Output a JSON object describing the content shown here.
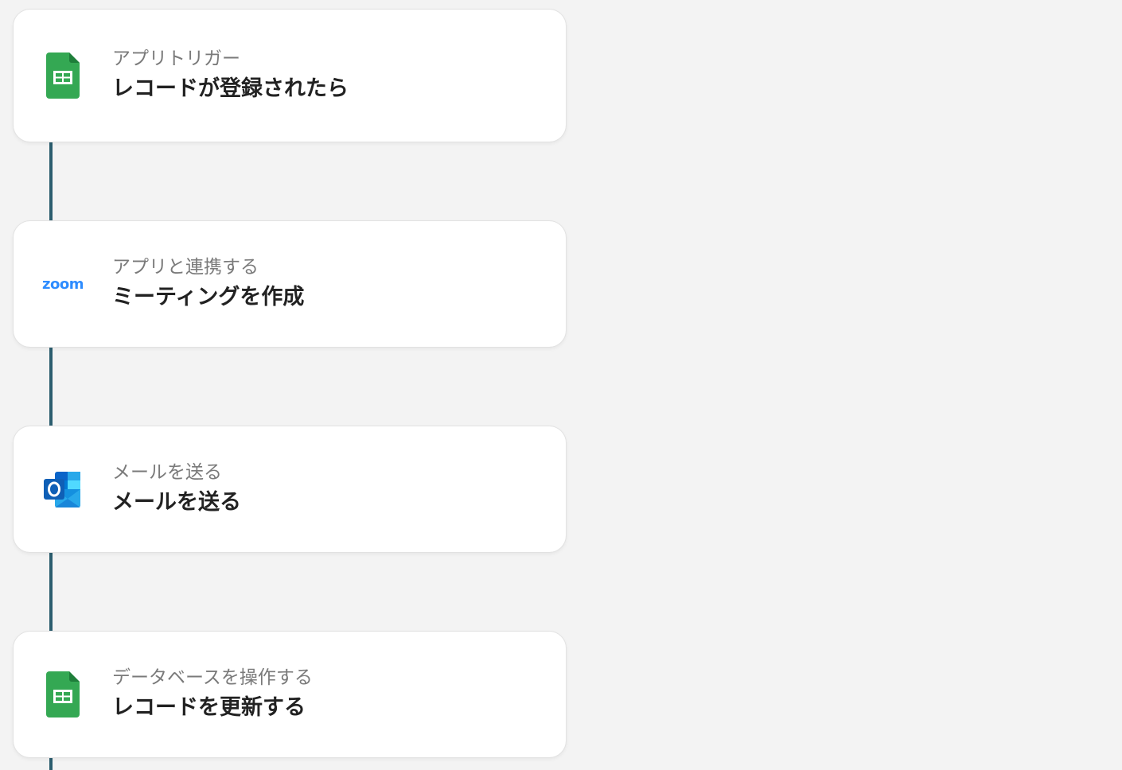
{
  "steps": [
    {
      "category": "アプリトリガー",
      "title": "レコードが登録されたら",
      "icon": "google-sheets-icon"
    },
    {
      "category": "アプリと連携する",
      "title": "ミーティングを作成",
      "icon": "zoom-icon",
      "logo_text": "zoom"
    },
    {
      "category": "メールを送る",
      "title": "メールを送る",
      "icon": "outlook-icon"
    },
    {
      "category": "データベースを操作する",
      "title": "レコードを更新する",
      "icon": "google-sheets-icon"
    }
  ],
  "colors": {
    "background": "#f3f3f3",
    "connector": "#2b5d6e",
    "sheets_green": "#34a853",
    "zoom_blue": "#2d8cff",
    "outlook_blue": "#0a64c8"
  }
}
